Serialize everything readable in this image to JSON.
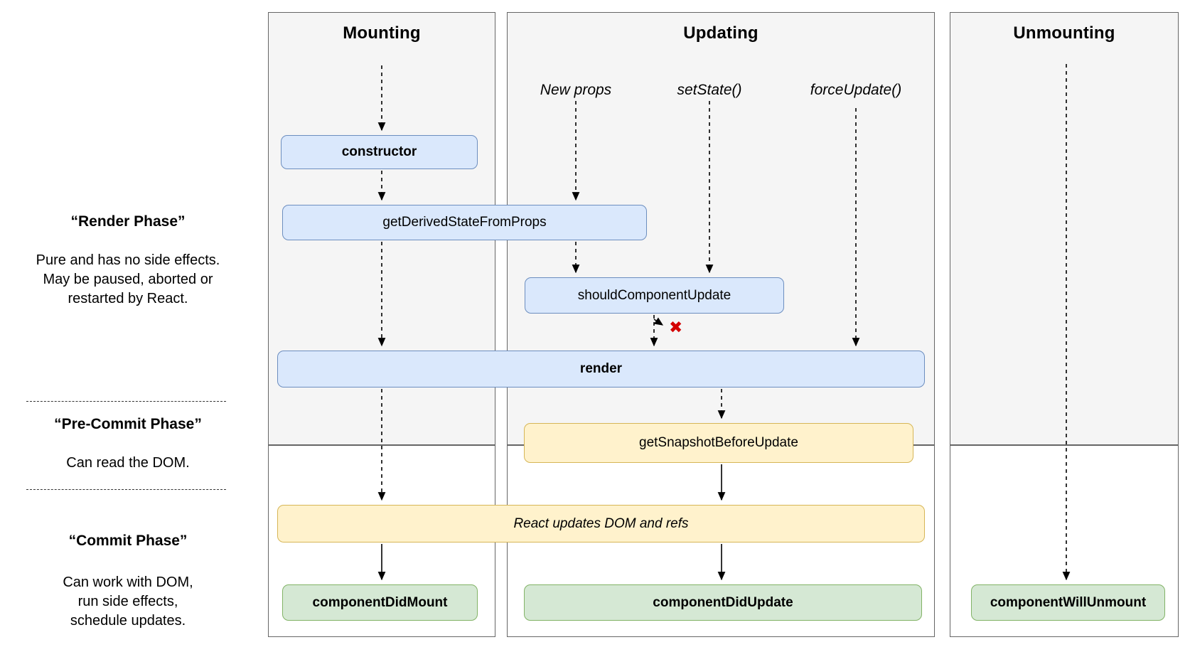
{
  "sidebar": {
    "render_phase": {
      "title": "“Render Phase”",
      "lines": [
        "Pure and has no side effects.",
        "May be paused, aborted or",
        "restarted by React."
      ]
    },
    "pre_commit_phase": {
      "title": "“Pre-Commit Phase”",
      "lines": [
        "Can read the DOM."
      ]
    },
    "commit_phase": {
      "title": "“Commit Phase”",
      "lines": [
        "Can work with DOM,",
        "run side effects,",
        "schedule updates."
      ]
    }
  },
  "columns": {
    "mounting": {
      "title": "Mounting"
    },
    "updating": {
      "title": "Updating",
      "triggers": [
        "New props",
        "setState()",
        "forceUpdate()"
      ]
    },
    "unmounting": {
      "title": "Unmounting"
    }
  },
  "nodes": {
    "constructor": "constructor",
    "get_derived_state_from_props": "getDerivedStateFromProps",
    "should_component_update": "shouldComponentUpdate",
    "render": "render",
    "get_snapshot_before_update": "getSnapshotBeforeUpdate",
    "react_updates_dom": "React updates DOM and refs",
    "component_did_mount": "componentDidMount",
    "component_did_update": "componentDidUpdate",
    "component_will_unmount": "componentWillUnmount"
  },
  "icons": {
    "abort_x": "✖"
  },
  "colors": {
    "lifecycle_fill": "#dae8fc",
    "lifecycle_border": "#6c8ebf",
    "side_effect_fill": "#fff2cc",
    "side_effect_border": "#d6b656",
    "commit_fill": "#d5e8d4",
    "commit_border": "#82b366",
    "panel_fill": "#f5f5f5",
    "panel_border": "#666666",
    "abort_red": "#d40000",
    "arrow": "#000000"
  }
}
